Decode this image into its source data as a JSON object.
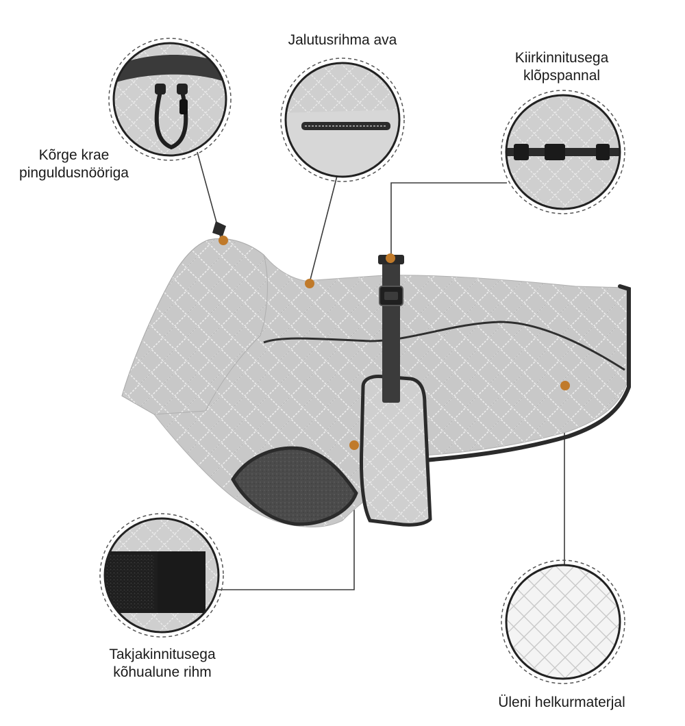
{
  "callouts": {
    "collar": {
      "line1": "Kõrge krae",
      "line2": "pinguldusnööriga"
    },
    "leash_opening": {
      "line1": "Jalutusrihma ava"
    },
    "buckle": {
      "line1": "Kiirkinnitusega",
      "line2": "klõpspannal"
    },
    "belly_strap": {
      "line1": "Takjakinnitusega",
      "line2": "kõhualune rihm"
    },
    "reflective": {
      "line1": "Üleni helkurmaterjal"
    }
  },
  "colors": {
    "coat_fill": "#c9c9c9",
    "quilt_line": "#efefef",
    "trim": "#2b2b2b",
    "fleece": "#4a4a4a",
    "marker": "#c07a2a",
    "leader_line": "#3a3a3a"
  }
}
